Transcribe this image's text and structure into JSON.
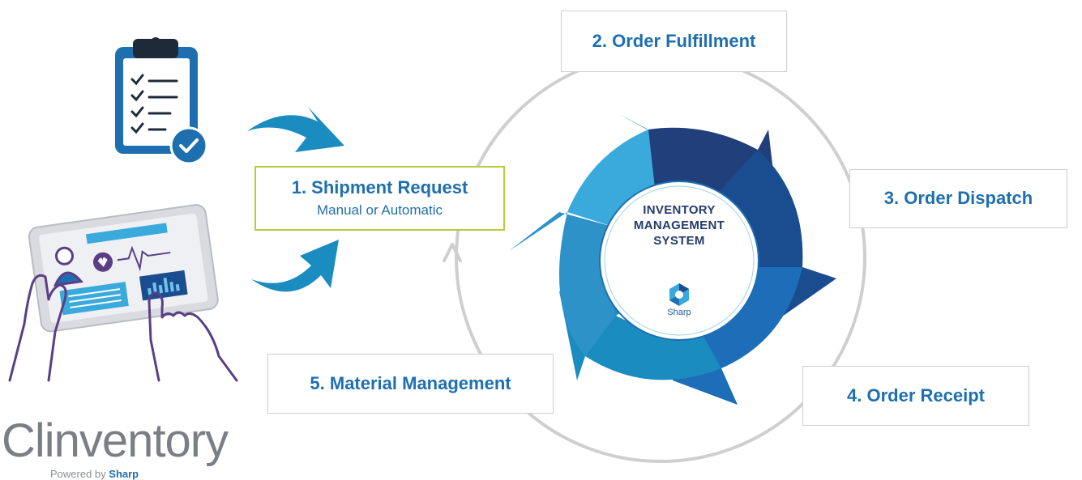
{
  "steps": [
    {
      "label": "1. Shipment Request",
      "sublabel": "Manual or Automatic"
    },
    {
      "label": "2. Order Fulfillment"
    },
    {
      "label": "3. Order Dispatch"
    },
    {
      "label": "4. Order Receipt"
    },
    {
      "label": "5. Material Management"
    }
  ],
  "center": {
    "line1": "INVENTORY",
    "line2": "MANAGEMENT",
    "line3": "SYSTEM",
    "logo_text": "Sharp"
  },
  "brand": {
    "name_part1": "Cl",
    "name_part2": "inventory",
    "powered_prefix": "Powered by",
    "powered_company": "Sharp"
  },
  "colors": {
    "primary_blue": "#1e6fb0",
    "highlight_border": "#b4cf3b",
    "cycle_arrow_1": "#3aa9dc",
    "cycle_arrow_2": "#213f7a",
    "cycle_arrow_3": "#1a4c90",
    "cycle_arrow_4": "#1e6db8",
    "cycle_arrow_5": "#1a8cc0",
    "device_purple": "#5b3f86"
  },
  "icons": [
    "clipboard-checklist-icon",
    "tablet-health-data-icon",
    "curved-arrow-icon",
    "sharp-logo-icon"
  ]
}
